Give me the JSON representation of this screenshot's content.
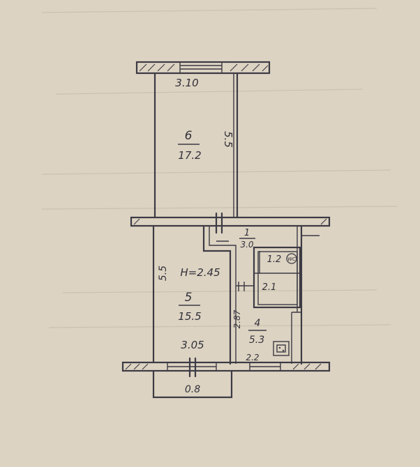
{
  "plan": {
    "room6": {
      "number": "6",
      "area": "17.2",
      "length": "5.5",
      "width": "3.10"
    },
    "room5": {
      "number": "5",
      "area": "15.5",
      "length": "5.5",
      "width": "3.05"
    },
    "room4": {
      "number": "4",
      "area": "5.3",
      "length": "2.87",
      "width": "2.2"
    },
    "room3": {
      "area": "2.1"
    },
    "room2": {
      "area": "1.2"
    },
    "room1": {
      "number": "1",
      "area": "3.0"
    },
    "ceiling_height": "H=2.45",
    "balcony_width": "0.8",
    "wc_symbol": "WC"
  },
  "colors": {
    "ink": "#3c3a44",
    "paper": "#dcd3c2"
  }
}
